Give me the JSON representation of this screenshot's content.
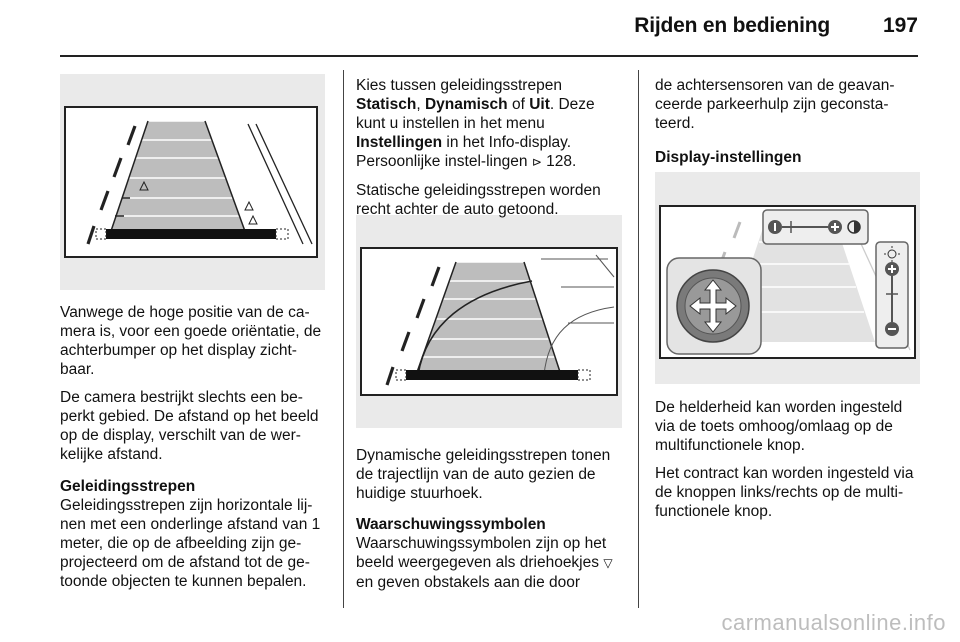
{
  "header": {
    "title": "Rijden en bediening",
    "page_number": "197"
  },
  "col1": {
    "p1": "Vanwege de hoge positie van de ca-mera is, voor een goede oriëntatie, de achterbumper op het display zicht-baar.",
    "p2": "De camera bestrijkt slechts een be-perkt gebied. De afstand op het beeld op de display, verschilt van de wer-kelijke afstand.",
    "heading": "Geleidingsstrepen",
    "p3": "Geleidingsstrepen zijn horizontale lij-nen met een onderlinge afstand van 1 meter, die op de afbeelding zijn ge-projecteerd om de afstand tot de ge-toonde objecten te kunnen bepalen."
  },
  "col2": {
    "p1_a": "Kies tussen geleidingsstrepen ",
    "p1_b": "Statisch",
    "p1_c": ", ",
    "p1_d": "Dynamisch",
    "p1_e": " of ",
    "p1_f": "Uit",
    "p1_g": ". Deze kunt u instellen in het menu ",
    "p1_h": "Instellingen",
    "p1_i": " in het Info-display. Persoonlijke instel-lingen ",
    "p1_ref_icon": "page-reference-arrow",
    "p1_ref_glyph": "⊳",
    "p1_j": " 128.",
    "p2": "Statische geleidingsstrepen worden recht achter de auto getoond.",
    "p3": "Dynamische geleidingsstrepen tonen de trajectlijn van de auto gezien de huidige stuurhoek.",
    "heading": "Waarschuwingssymbolen",
    "p4_a": "Waarschuwingssymbolen zijn op het beeld weergegeven als driehoekjes ",
    "p4_icon": "warning-triangle",
    "p4_glyph": "▽",
    "p4_b": " en geven obstakels aan die door"
  },
  "col3": {
    "p1": "de achtersensoren van de geavan-ceerde parkeerhulp zijn geconsta-teerd.",
    "heading": "Display-instellingen",
    "p2": "De helderheid kan worden ingesteld via de toets omhoog/omlaag op de multifunctionele knop.",
    "p3": "Het contract kan worden ingesteld via de knoppen links/rechts op de multi-functionele knop."
  },
  "watermark": "carmanualsonline.info",
  "colors": {
    "figure_bg": "#eaeaea",
    "lane_fill": "#bdbdbd",
    "bumper": "#111111"
  }
}
